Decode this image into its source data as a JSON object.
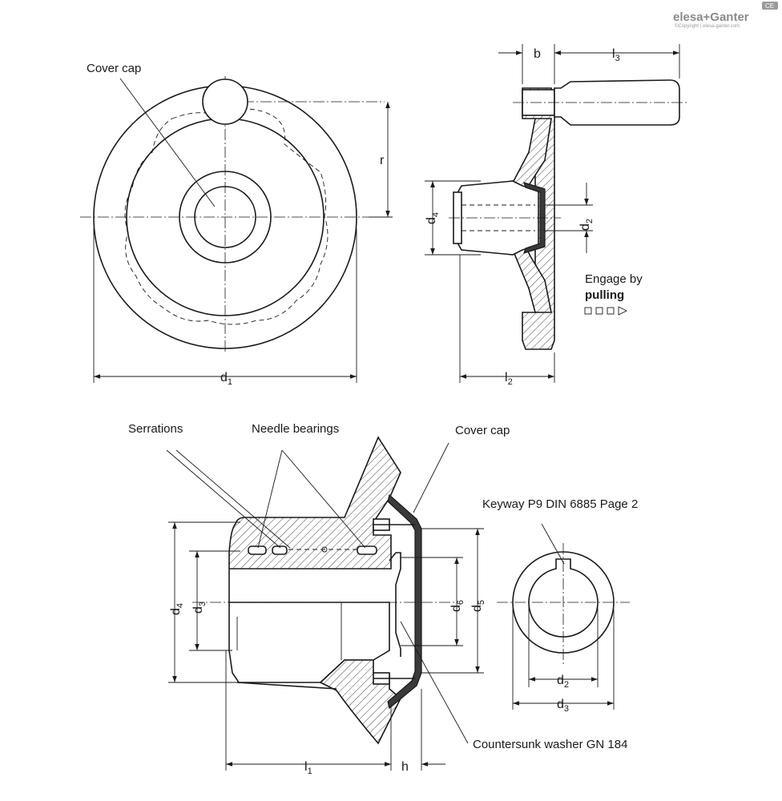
{
  "logo": {
    "brand": "elesa+Ganter",
    "copyright": "©Copyright | elesa-ganter.com",
    "badge": "CE"
  },
  "labels": {
    "cover_cap_top": "Cover cap",
    "engage_line1": "Engage by",
    "engage_line2": "pulling",
    "serrations": "Serrations",
    "needle_bearings": "Needle bearings",
    "cover_cap_bottom": "Cover cap",
    "keyway": "Keyway P9 DIN 6885 Page 2",
    "washer": "Countersunk washer GN 184"
  },
  "dims": {
    "b": {
      "base": "b",
      "sub": ""
    },
    "l3": {
      "base": "l",
      "sub": "3"
    },
    "r": {
      "base": "r",
      "sub": ""
    },
    "d4_side": {
      "base": "d",
      "sub": "4"
    },
    "d2_side": {
      "base": "d",
      "sub": "2"
    },
    "d1": {
      "base": "d",
      "sub": "1"
    },
    "l2": {
      "base": "l",
      "sub": "2"
    },
    "d4_section": {
      "base": "d",
      "sub": "4"
    },
    "d3_section": {
      "base": "d",
      "sub": "3"
    },
    "d6": {
      "base": "d",
      "sub": "6"
    },
    "d5": {
      "base": "d",
      "sub": "5"
    },
    "l1": {
      "base": "l",
      "sub": "1"
    },
    "h": {
      "base": "h",
      "sub": ""
    },
    "d2_key": {
      "base": "d",
      "sub": "2"
    },
    "d3_key": {
      "base": "d",
      "sub": "3"
    }
  },
  "icons": {
    "engage_arrow": "pull-direction-arrow-icon"
  }
}
